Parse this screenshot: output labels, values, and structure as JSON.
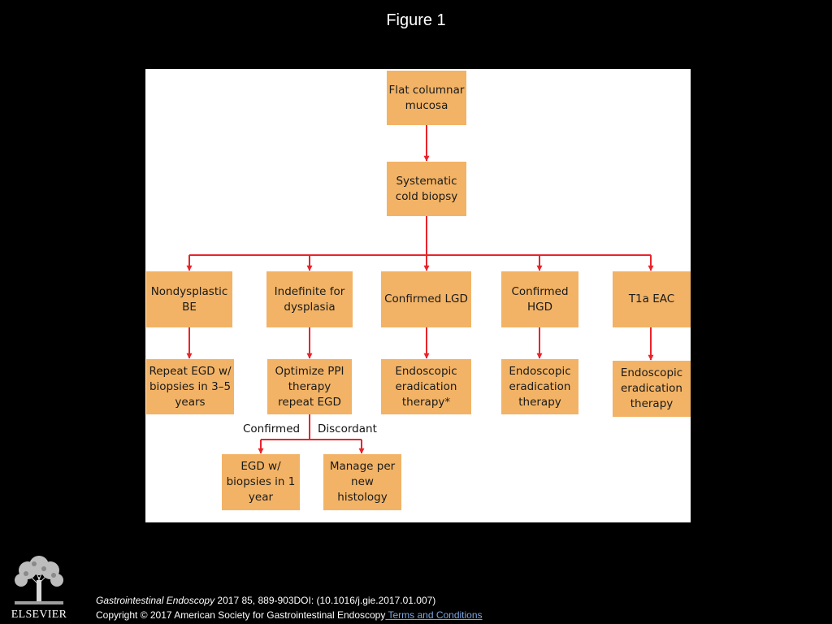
{
  "figure_title": "Figure 1",
  "flowchart": {
    "nodes": {
      "flat_columnar": "Flat columnar\nmucosa",
      "cold_biopsy": "Systematic\ncold biopsy",
      "nondysplastic": "Nondysplastic\nBE",
      "indefinite": "Indefinite for\ndysplasia",
      "confirmed_lgd": "Confirmed LGD",
      "confirmed_hgd": "Confirmed\nHGD",
      "t1a_eac": "T1a EAC",
      "repeat_egd": "Repeat EGD w/\nbiopsies in 3–5\nyears",
      "optimize_ppi": "Optimize PPI\ntherapy\nrepeat EGD",
      "eradication_lgd": "Endoscopic\neradication\ntherapy*",
      "eradication_hgd": "Endoscopic\neradication\ntherapy",
      "eradication_eac": "Endoscopic\neradication\ntherapy",
      "egd_1yr": "EGD w/\nbiopsies in 1\nyear",
      "manage_new": "Manage per\nnew histology"
    },
    "edge_labels": {
      "confirmed": "Confirmed",
      "discordant": "Discordant"
    },
    "arrow_color": "#e8242b",
    "box_color": "#f2b366"
  },
  "publisher": {
    "logo_icon": "elsevier-tree-logo",
    "logo_text": "ELSEVIER"
  },
  "footer": {
    "journal": "Gastrointestinal Endoscopy",
    "citation": " 2017 85, 889-903DOI: (10.1016/j.gie.2017.01.007)",
    "copyright": "Copyright © 2017 American Society for Gastrointestinal Endoscopy",
    "terms_link": " Terms and Conditions"
  }
}
